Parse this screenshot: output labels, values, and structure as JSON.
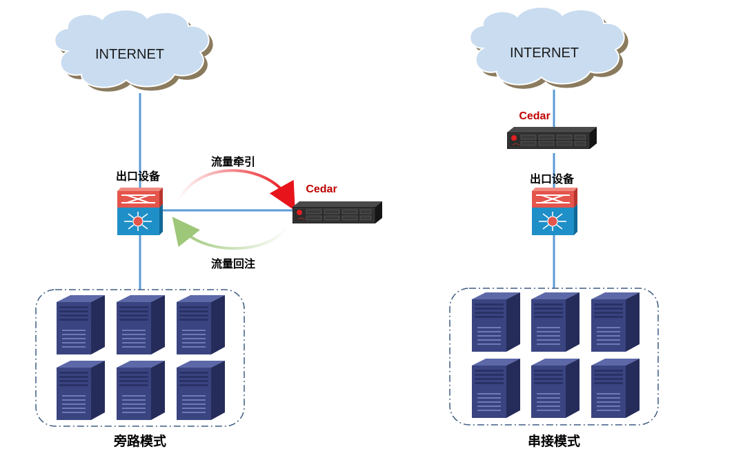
{
  "left": {
    "cloud_label": "INTERNET",
    "egress_label": "出口设备",
    "device_label": "Cedar",
    "redirect_label": "流量牵引",
    "reinject_label": "流量回注",
    "mode_label": "旁路模式"
  },
  "right": {
    "cloud_label": "INTERNET",
    "device_label": "Cedar",
    "egress_label": "出口设备",
    "mode_label": "串接模式"
  },
  "colors": {
    "link_line": "#5b9bd5",
    "cloud_fill": "#c9dcf0",
    "cloud_shadow": "#8b7b5e",
    "device_label": "#c00000",
    "redirect_arrow": "#e8141b",
    "reinject_arrow": "#9ec779",
    "router_top": "#e4554c",
    "switch_bottom": "#1f8fc8",
    "server_body": "#3a4480",
    "group_border": "#3d5a80"
  },
  "icons": {
    "cloud": "cloud-icon",
    "router": "router-switch-icon",
    "appliance": "rack-appliance-icon",
    "server": "server-tower-icon"
  }
}
